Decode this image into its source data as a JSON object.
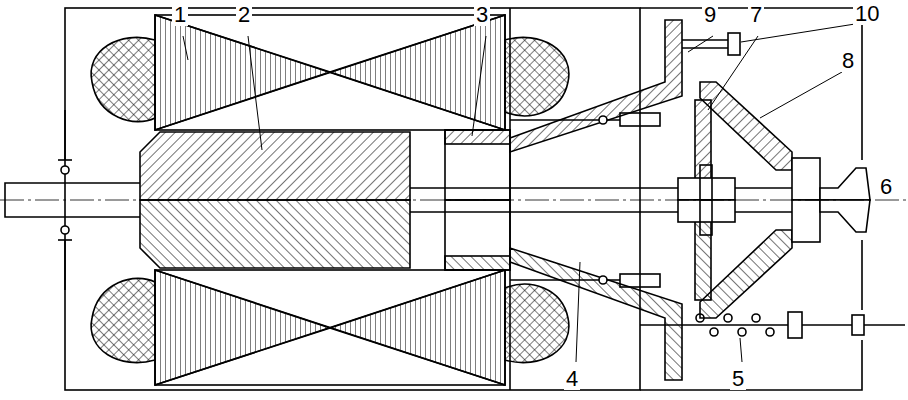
{
  "diagram": {
    "labels": [
      "1",
      "2",
      "3",
      "9",
      "7",
      "10",
      "8",
      "6",
      "4",
      "5"
    ]
  }
}
